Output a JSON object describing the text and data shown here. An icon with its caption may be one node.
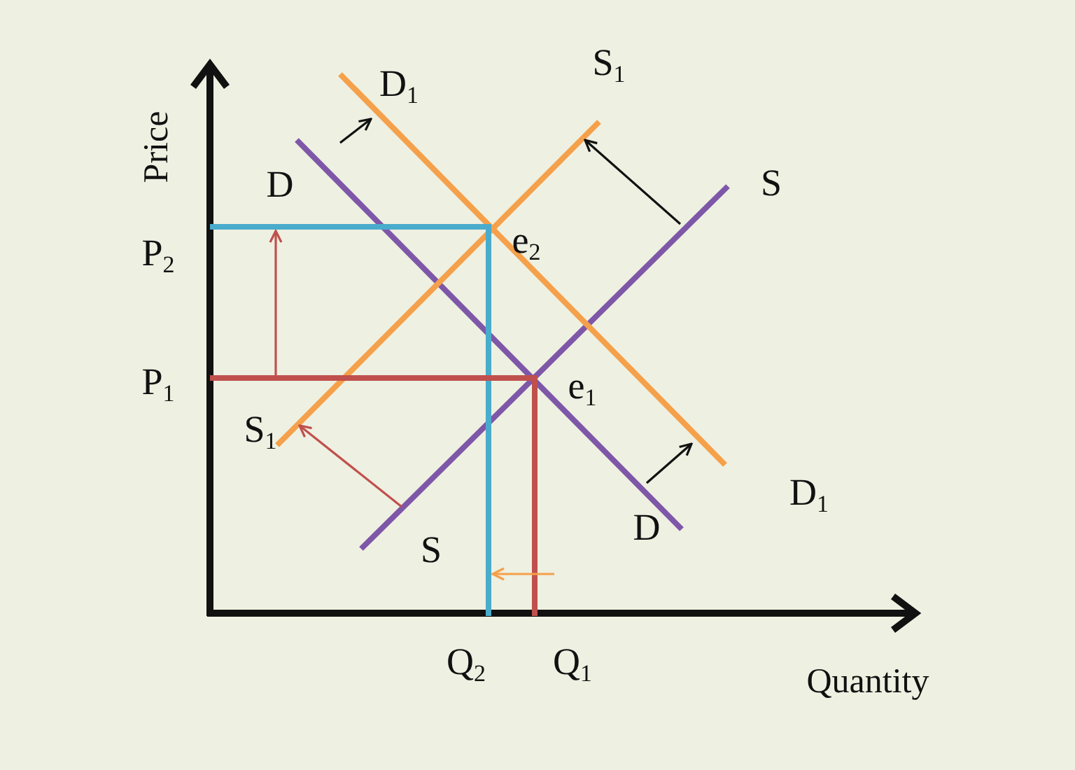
{
  "diagram": {
    "labels": [
      "S$_{1}$",
      "D$_{1}$",
      "Price",
      "D",
      "S",
      "P$_{2}$",
      "e$_{2}$",
      "P$_{1}$",
      "e$_{1}$",
      "S$_{1}$",
      "D$_{1}$",
      "D",
      "S",
      "Q$_{2}$",
      "Q$_{1}$",
      "Quantity"
    ]
  }
}
